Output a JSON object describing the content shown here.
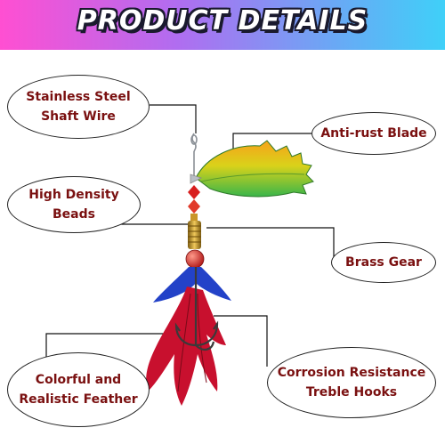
{
  "banner": {
    "title": "PRODUCT DETAILS"
  },
  "callouts": {
    "shaft_wire": "Stainless Steel\nShaft Wire",
    "blade": "Anti-rust Blade",
    "beads": "High Density\nBeads",
    "gear": "Brass Gear",
    "feather": "Colorful and\nRealistic Feather",
    "hooks": "Corrosion Resistance\nTreble Hooks"
  },
  "colors": {
    "label_text": "#7a1010",
    "banner_start": "#ff4fd2",
    "banner_end": "#3fd0f8",
    "blade_green": "#39b54a",
    "blade_orange": "#f7a21b",
    "feather_red": "#c8102e",
    "feather_blue": "#2342c8",
    "brass": "#c9962a"
  }
}
